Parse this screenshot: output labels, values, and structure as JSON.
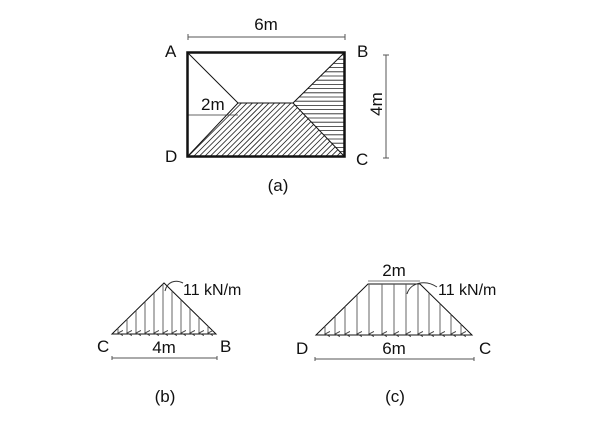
{
  "figure_a": {
    "caption": "(a)",
    "corners": {
      "A": "A",
      "B": "B",
      "C": "C",
      "D": "D"
    },
    "dimensions": {
      "width": "6m",
      "height": "4m",
      "ridge_offset": "2m"
    },
    "description": "Hip roof plan: 6m x 4m rectangle with a 2m central ridge; trapezoidal area (hatched diagonally) and triangular area (hatched horizontally) tributary to sides DC and BC"
  },
  "figure_b": {
    "caption": "(b)",
    "shape": "triangle",
    "left_support": "C",
    "right_support": "B",
    "span": "4m",
    "peak_load": "11 kN/m",
    "arrow_count": 11
  },
  "figure_c": {
    "caption": "(c)",
    "shape": "trapezoid",
    "left_support": "D",
    "right_support": "C",
    "span": "6m",
    "top_length": "2m",
    "peak_load": "11 kN/m",
    "arrow_count": 13
  },
  "colors": {
    "line": "#111111",
    "hatch": "#222222",
    "dim_line": "#555555",
    "background": "#ffffff"
  }
}
